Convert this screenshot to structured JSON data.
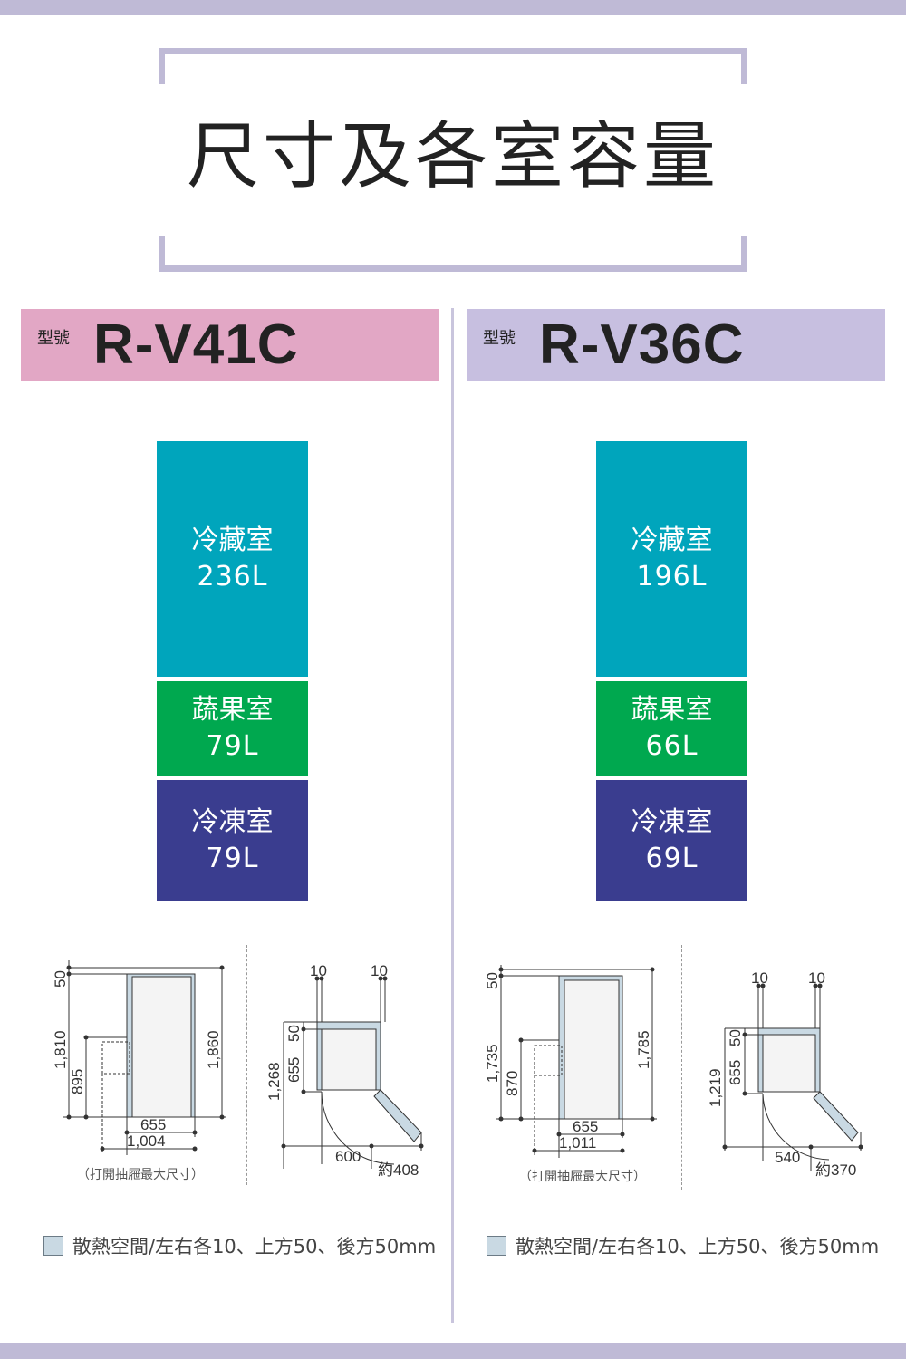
{
  "page": {
    "title": "尺寸及各室容量",
    "model_prefix": "型號",
    "legend_text": "散熱空間/左右各10、上方50、後方50mm",
    "drawer_note": "（打開抽屜最大尺寸）"
  },
  "models": [
    {
      "name": "R-V41C",
      "compartments": [
        {
          "name": "冷藏室",
          "volume": "236L"
        },
        {
          "name": "蔬果室",
          "volume": "79L"
        },
        {
          "name": "冷凍室",
          "volume": "79L"
        }
      ],
      "dims": {
        "top_clearance": "50",
        "height_total": "1,810",
        "height_body": "1,860",
        "drawer_height": "895",
        "depth": "655",
        "drawer_open_depth": "1,004",
        "side_clearance_left": "10",
        "side_clearance_right": "10",
        "back_clearance": "50",
        "plan_depth": "655",
        "plan_total": "1,268",
        "width": "600",
        "door_swing": "約408"
      }
    },
    {
      "name": "R-V36C",
      "compartments": [
        {
          "name": "冷藏室",
          "volume": "196L"
        },
        {
          "name": "蔬果室",
          "volume": "66L"
        },
        {
          "name": "冷凍室",
          "volume": "69L"
        }
      ],
      "dims": {
        "top_clearance": "50",
        "height_total": "1,735",
        "height_body": "1,785",
        "drawer_height": "870",
        "depth": "655",
        "drawer_open_depth": "1,011",
        "side_clearance_left": "10",
        "side_clearance_right": "10",
        "back_clearance": "50",
        "plan_depth": "655",
        "plan_total": "1,219",
        "width": "540",
        "door_swing": "約370"
      }
    }
  ],
  "colors": {
    "accent_band": "#bfbad6",
    "model_a_bar": "#e2a7c5",
    "model_b_bar": "#c7bfe0",
    "fridge": "#00a5bc",
    "vegetable": "#00a84f",
    "freezer": "#3a3d8f",
    "clearance": "#c9d9e3"
  }
}
